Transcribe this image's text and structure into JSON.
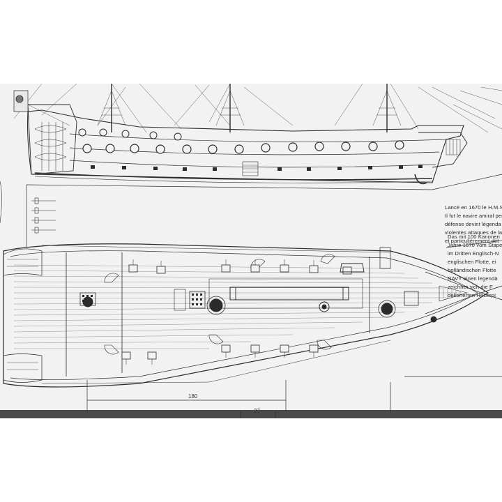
{
  "colors": {
    "paper": "#f3f2f3",
    "shadow_band": "#4a4a4a",
    "ink": "#2b2b2b",
    "border": "#ffffff"
  },
  "icons": {
    "ship_elevation": "ship-side-view-icon",
    "deck_plan": "ship-deck-plan-icon",
    "cannon": "cannon-icon",
    "hatch": "hatch-icon",
    "mast": "mast-icon"
  },
  "notes": {
    "french": [
      "Lancé en 1670 le H.M.S.",
      "Il fut le navire amiral per",
      "défense devint légenda",
      "violentes attaques de la",
      "et particulièrement dét"
    ],
    "german": [
      "Das mit 100 Kanonen",
      "Jahre 1670 vom Stape",
      "im Dritten Englisch-N",
      "englischen Flotte, ei",
      "holländischen Flotte",
      "NAVY einen legendä",
      "zeichnet sich die F",
      "dekorierten Heckspi"
    ]
  },
  "dimensions": {
    "length_label": "180",
    "spacing_label": "27"
  }
}
